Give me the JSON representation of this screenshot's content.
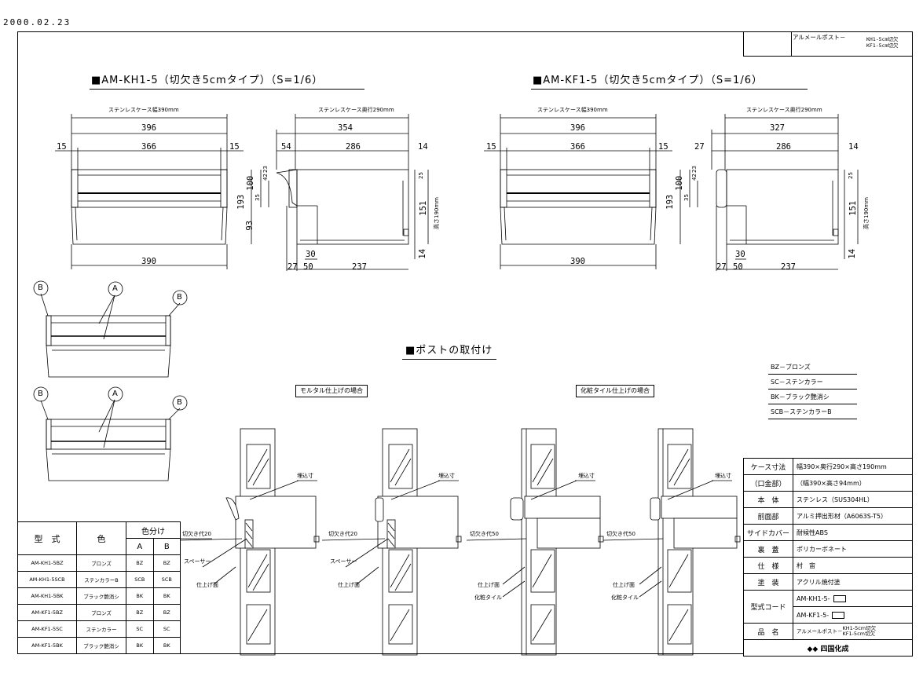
{
  "date": "2000.02.23",
  "title_block": {
    "label": "アルメールポスト－",
    "line1": "KH1-5cm切欠",
    "line2": "KF1-5cm切欠"
  },
  "sections": {
    "kh_title": "■AM-KH1-5（切欠き5cmタイプ）（S=1/6）",
    "kf_title": "■AM-KF1-5（切欠き5cmタイプ）（S=1/6）",
    "mount_title": "■ポストの取付け",
    "mortar_note": "モルタル仕上げの場合",
    "tile_note": "化粧タイル仕上げの場合"
  },
  "dimensions": {
    "case_width": "ステンレスケース幅390mm",
    "case_depth": "ステンレスケース奥行290mm",
    "case_height": "高さ190mm",
    "kh_front": {
      "d396": "396",
      "d366": "366",
      "d15a": "15",
      "d15b": "15",
      "d390": "390",
      "d193": "193",
      "d100": "100",
      "d93": "93"
    },
    "kh_side": {
      "d354": "354",
      "d54": "54",
      "d286": "286",
      "d14a": "14",
      "d25": "25",
      "d151": "151",
      "d14b": "14",
      "d42": "42",
      "d23": "23",
      "d35": "35",
      "d30": "30",
      "d27": "27",
      "d50": "50",
      "d237": "237"
    },
    "kf_front": {
      "d396": "396",
      "d366": "366",
      "d15a": "15",
      "d15b": "15",
      "d390": "390",
      "d193": "193",
      "d100": "100"
    },
    "kf_side": {
      "d327": "327",
      "d27a": "27",
      "d286": "286",
      "d14a": "14",
      "d25": "25",
      "d151": "151",
      "d14b": "14",
      "d42": "42",
      "d23": "23",
      "d35": "35",
      "d30": "30",
      "d27": "27",
      "d50": "50",
      "d237": "237"
    }
  },
  "callouts": {
    "a": "A",
    "b": "B"
  },
  "mount_labels": {
    "embed_depth": "埋込寸",
    "notch20": "切欠き代20",
    "notch50": "切欠き代50",
    "spacer": "スペーサー",
    "finish_face": "仕上げ面",
    "deco_tile": "化粧タイル"
  },
  "color_legend": [
    "BZ－ブロンズ",
    "SC－ステンカラー",
    "BK－ブラック艶消シ",
    "SCB－ステンカラーB"
  ],
  "specs": [
    {
      "label": "ケース寸法",
      "value": "幅390×奥行290×高さ190mm"
    },
    {
      "label": "（口金部）",
      "value": "（幅390×高さ94mm）"
    },
    {
      "label": "本　体",
      "value": "ステンレス（SUS304HL）"
    },
    {
      "label": "前面部",
      "value": "アルミ押出形材（A6063S-T5）"
    },
    {
      "label": "サイドカバー",
      "value": "耐候性ABS"
    },
    {
      "label": "裏　蓋",
      "value": "ポリカーボネート"
    },
    {
      "label": "仕　様",
      "value": "村　宙"
    },
    {
      "label": "塗　装",
      "value": "アクリル焼付塗"
    }
  ],
  "model_code": {
    "label": "型式コード",
    "values": [
      "AM-KH1-5-",
      "AM-KF1-5-"
    ]
  },
  "product_name": {
    "label": "品　名",
    "value": "アルメールポスト－",
    "line1": "KH1-5cm切欠",
    "line2": "KF1-5cm切欠"
  },
  "maker": "四国化成",
  "model_table": {
    "headers": {
      "model": "型　式",
      "color": "色",
      "color_split": "色分け",
      "a": "A",
      "b": "B"
    },
    "rows": [
      [
        "AM-KH1-5BZ",
        "ブロンズ",
        "BZ",
        "BZ"
      ],
      [
        "AM-KH1-5SCB",
        "ステンカラーB",
        "SCB",
        "SCB"
      ],
      [
        "AM-KH1-5BK",
        "ブラック艶消シ",
        "BK",
        "BK"
      ],
      [
        "AM-KF1-5BZ",
        "ブロンズ",
        "BZ",
        "BZ"
      ],
      [
        "AM-KF1-5SC",
        "ステンカラー",
        "SC",
        "SC"
      ],
      [
        "AM-KF1-5BK",
        "ブラック艶消シ",
        "BK",
        "BK"
      ]
    ]
  }
}
